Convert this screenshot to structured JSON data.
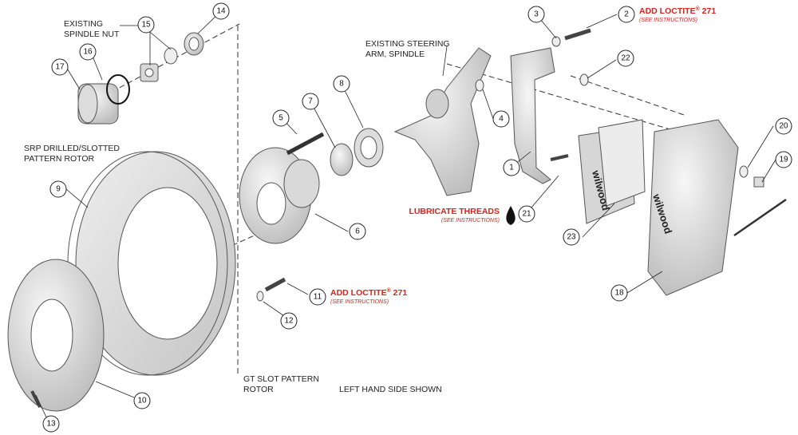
{
  "labels": {
    "spindle_nut_1": "EXISTING",
    "spindle_nut_2": "SPINDLE NUT",
    "steering_1": "EXISTING STEERING",
    "steering_2": "ARM, SPINDLE",
    "srp_1": "SRP DRILLED/SLOTTED",
    "srp_2": "PATTERN ROTOR",
    "gt_1": "GT SLOT PATTERN",
    "gt_2": "ROTOR",
    "left_hand": "LEFT HAND SIDE SHOWN",
    "loctite_top": "ADD LOCTITE",
    "loctite_top_num": "271",
    "loctite_top_sub": "(SEE INSTRUCTIONS)",
    "loctite_mid": "ADD LOCTITE",
    "loctite_mid_num": "271",
    "loctite_mid_sub": "(SEE INSTRUCTIONS)",
    "lube": "LUBRICATE THREADS",
    "lube_sub": "(SEE INSTRUCTIONS)",
    "registered": "®",
    "pad_brand": "wilwood",
    "caliper_brand": "wilwood"
  },
  "callouts": [
    "1",
    "2",
    "3",
    "4",
    "5",
    "6",
    "7",
    "8",
    "9",
    "10",
    "11",
    "12",
    "13",
    "14",
    "15",
    "16",
    "17",
    "18",
    "19",
    "20",
    "21",
    "22",
    "23"
  ],
  "colors": {
    "accent_red": "#e0201b",
    "part_fill": "#e6e6e6",
    "line": "#222222"
  }
}
